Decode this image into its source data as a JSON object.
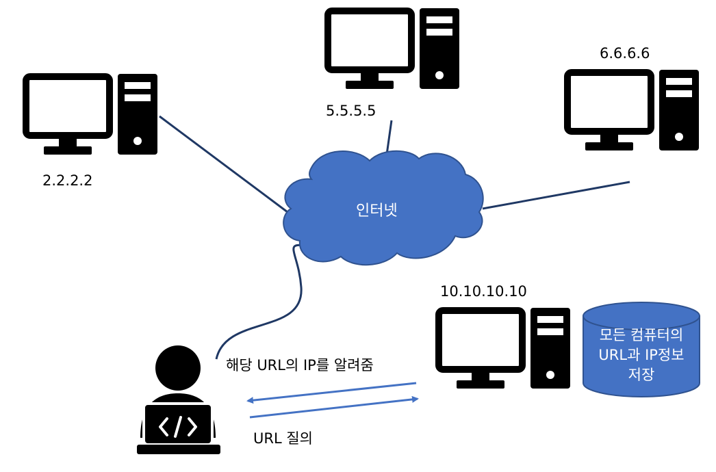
{
  "computers": {
    "left": {
      "ip": "2.2.2.2"
    },
    "top": {
      "ip": "5.5.5.5"
    },
    "right": {
      "ip": "6.6.6.6"
    },
    "dns": {
      "ip": "10.10.10.10"
    }
  },
  "internet": {
    "label": "인터넷"
  },
  "database": {
    "lines": [
      "모든 컴퓨터의",
      "URL과 IP정보",
      "저장"
    ]
  },
  "arrows": {
    "response_label": "해당 URL의 IP를 알려줌",
    "query_label": "URL 질의"
  },
  "icons": {
    "computer": "desktop-computer-icon",
    "developer": "developer-laptop-icon",
    "database": "database-cylinder-icon"
  },
  "colors": {
    "accent": "#4472C4",
    "link": "#1F3864",
    "arrow": "#4472C4",
    "icon": "#000000",
    "cloud_border": "#2F528F"
  }
}
